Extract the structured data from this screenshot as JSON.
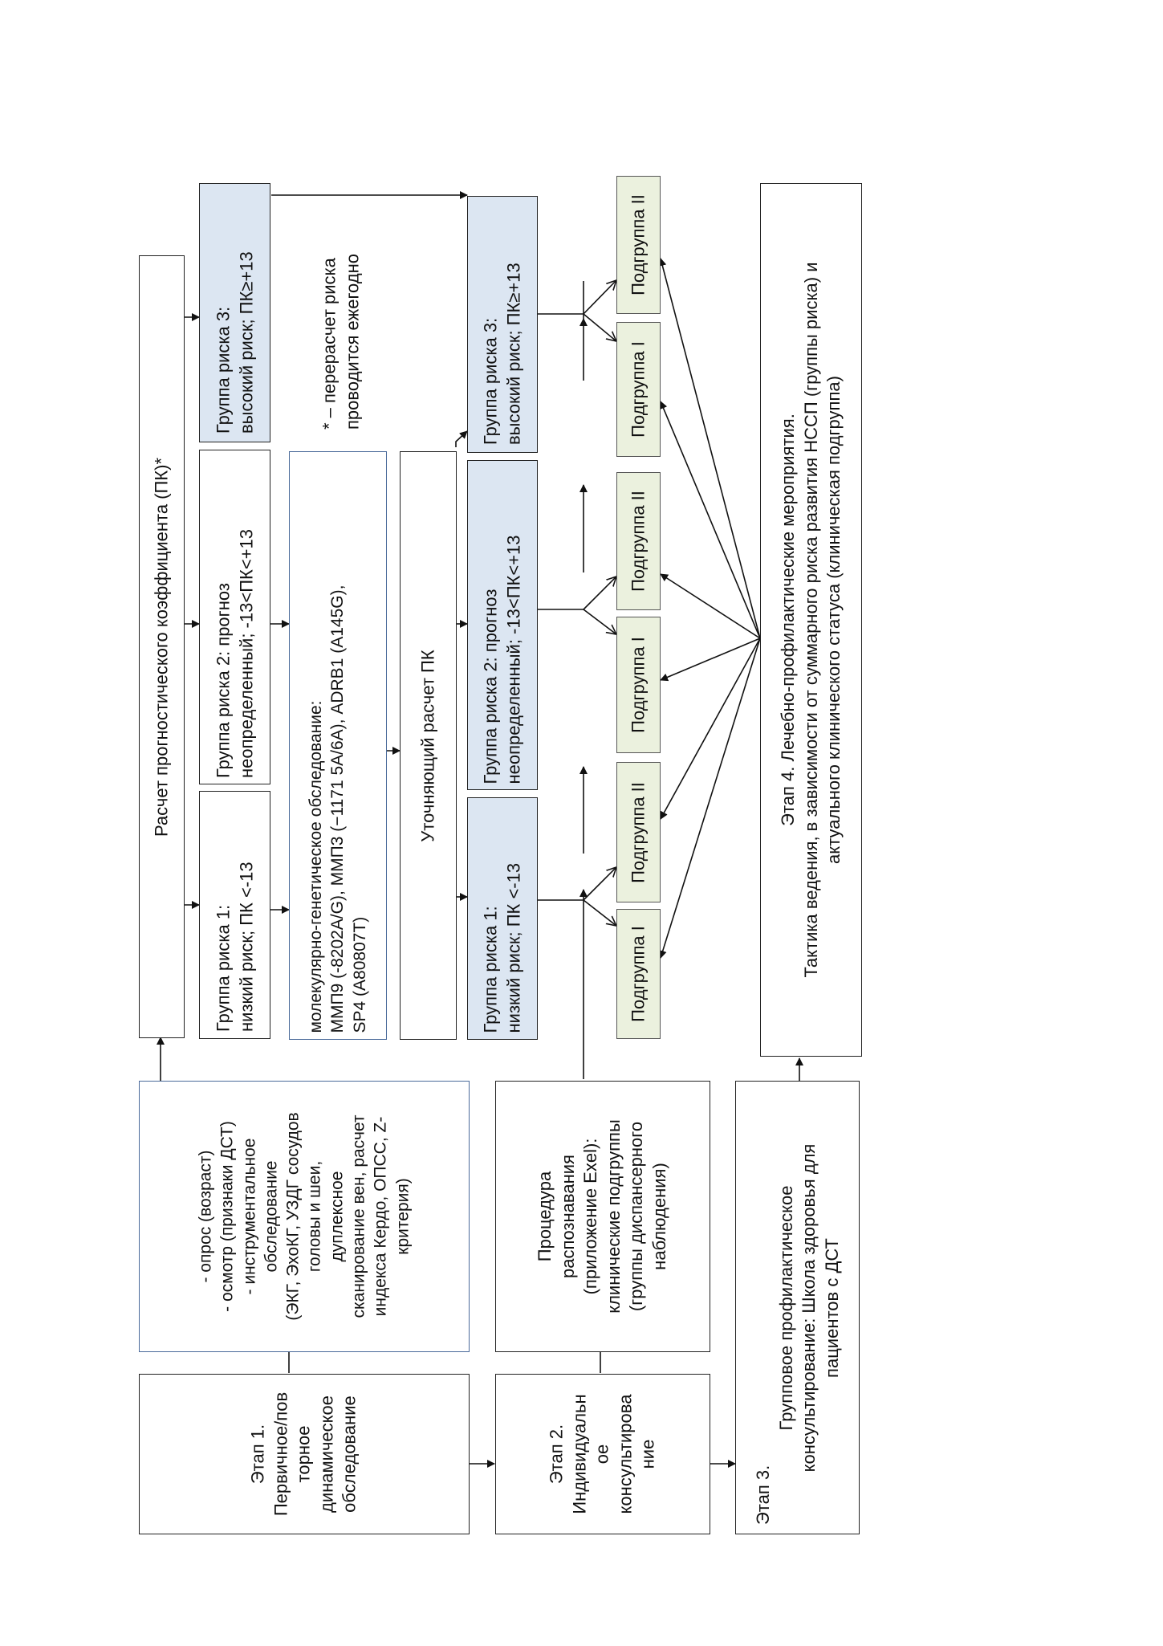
{
  "stage1": {
    "lines": [
      "Этап 1.",
      "Первичное/пов",
      "торное",
      "динамическое",
      "обследование"
    ]
  },
  "exam": {
    "lines": [
      "- опрос (возраст)",
      "- осмотр (признаки ДСТ)",
      "- инструментальное",
      "обследование",
      "(ЭКГ, ЭхоКГ, УЗДГ сосудов",
      "головы и шеи,",
      "дуплексное",
      "сканирование вен, расчет",
      "индекса Кердо, ОПСС, Z-",
      "критерия)"
    ]
  },
  "stage2": {
    "lines": [
      "Этап 2.",
      "Индивидуальн",
      "ое",
      "консультирова",
      "ние"
    ]
  },
  "recognition": {
    "lines": [
      "Процедура",
      "распознавания",
      "(приложение Exel):",
      "клинические подгруппы",
      "(группы диспансерного",
      "наблюдения)"
    ]
  },
  "stage3": {
    "lines": [
      "Этап 3.",
      "Групповое профилактическое",
      "консультирование: Школа здоровья для",
      "пациентов с ДСТ"
    ]
  },
  "calc": {
    "lines": [
      "Расчет прогностического коэффициента (ПК)*"
    ]
  },
  "groups_top": [
    {
      "lines": [
        "Группа риска 1:",
        "низкий риск;  ПК <-13"
      ]
    },
    {
      "lines": [
        "Группа риска 2: прогноз",
        "неопределенный; -13<ПК<+13"
      ]
    },
    {
      "lines": [
        "Группа риска 3:",
        "высокий риск; ПК≥+13"
      ]
    }
  ],
  "molecular": {
    "lines": [
      "молекулярно-генетическое обследование:",
      "ММП9  (-8202A/G),  ММП3  (−1171  5A/6A),  ADRB1  (A145G),",
      "SP4 (A80807T)"
    ]
  },
  "note": {
    "lines": [
      "* – перерасчет риска",
      "проводится ежегодно"
    ]
  },
  "refine": {
    "lines": [
      "Уточняющий расчет ПК"
    ]
  },
  "groups_refined": [
    {
      "lines": [
        "Группа риска 1:",
        "низкий риск;  ПК <-13"
      ]
    },
    {
      "lines": [
        "Группа риска 2: прогноз",
        "неопределенный; -13<ПК<+13"
      ]
    },
    {
      "lines": [
        "Группа риска 3:",
        "высокий риск; ПК≥+13"
      ]
    }
  ],
  "subgroups": [
    {
      "lines": [
        "Подгруппа I"
      ]
    },
    {
      "lines": [
        "Подгруппа II"
      ]
    },
    {
      "lines": [
        "Подгруппа I"
      ]
    },
    {
      "lines": [
        "Подгруппа II"
      ]
    },
    {
      "lines": [
        "Подгруппа I"
      ]
    },
    {
      "lines": [
        "Подгруппа II"
      ]
    }
  ],
  "stage4": {
    "lines": [
      "Этап 4. Лечебно-профилактические мероприятия.",
      "Тактика ведения, в зависимости от суммарного риска развития НССП (группы риска) и",
      "актуального клинического статуса (клиническая подгруппа)"
    ]
  },
  "colors": {
    "risk_fill": "#dce6f2",
    "subgroup_fill": "#ebf1de",
    "blue_border": "#4a6a9a",
    "line": "#111111"
  }
}
